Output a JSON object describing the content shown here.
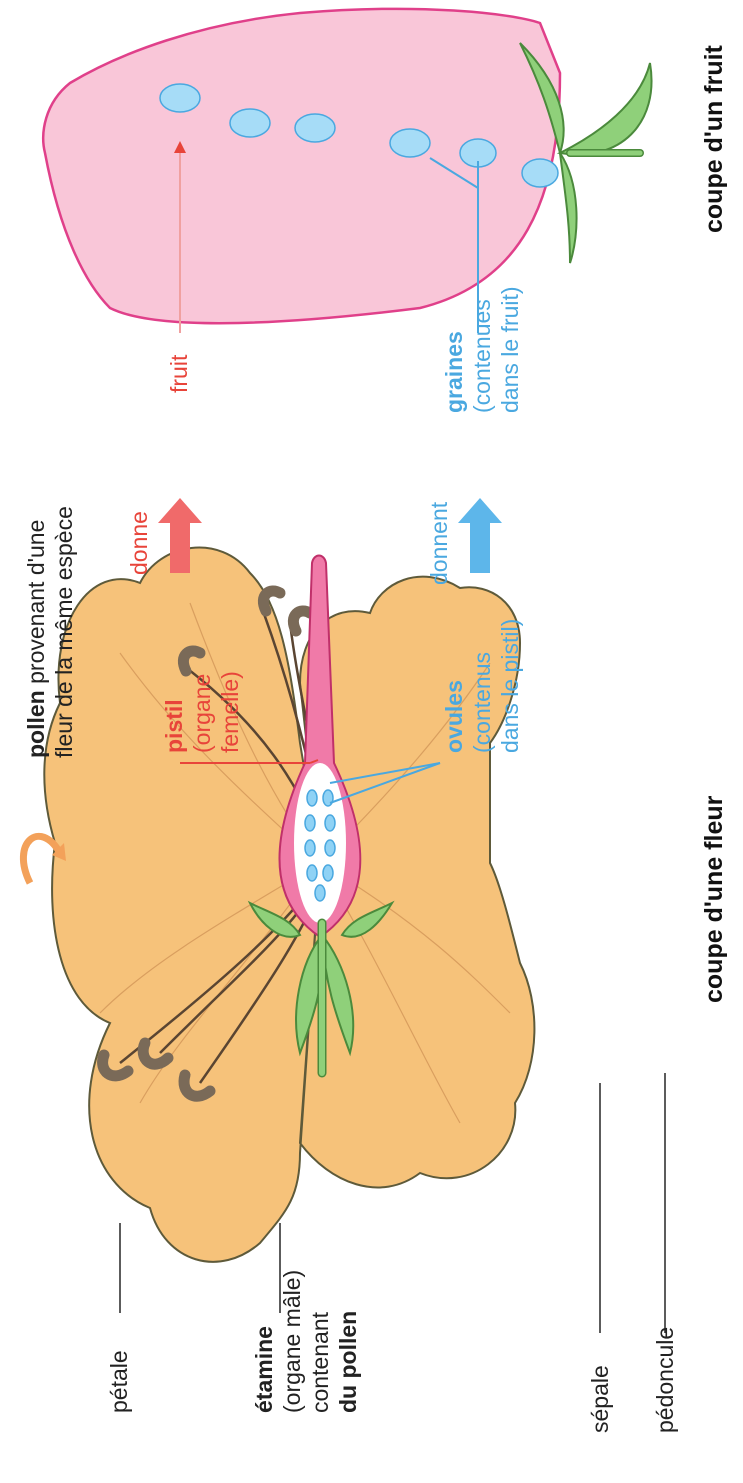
{
  "flower": {
    "title": "coupe d'une fleur",
    "petale": "pétale",
    "etamine": {
      "line1": "étamine",
      "line2": "(organe mâle)",
      "line3": "contenant",
      "line4_bold": "du pollen"
    },
    "sepale": "sépale",
    "pedoncule": "pédoncule",
    "pollen": {
      "bold": "pollen",
      "rest": " provenant d'une",
      "line2": "fleur de la même espèce"
    },
    "pistil": {
      "line1": "pistil",
      "line2": "(organe",
      "line3": "femelle)"
    },
    "ovules": {
      "line1": "ovules",
      "line2": "(contenus",
      "line3": "dans le pistil)"
    }
  },
  "middle": {
    "donne": "donne",
    "donnent": "donnent"
  },
  "fruit": {
    "title": "coupe d'un fruit",
    "fruit_label": "fruit",
    "graines": {
      "line1": "graines",
      "line2": "(contenues",
      "line3": "dans le fruit)"
    }
  },
  "colors": {
    "petal": "#f6c27a",
    "pistil": "#f07aa8",
    "ovule": "#8fd2f5",
    "sepal": "#8fd07a",
    "stamen": "#7a6a58",
    "red": "#e8443a",
    "blue": "#4aa8e0"
  }
}
